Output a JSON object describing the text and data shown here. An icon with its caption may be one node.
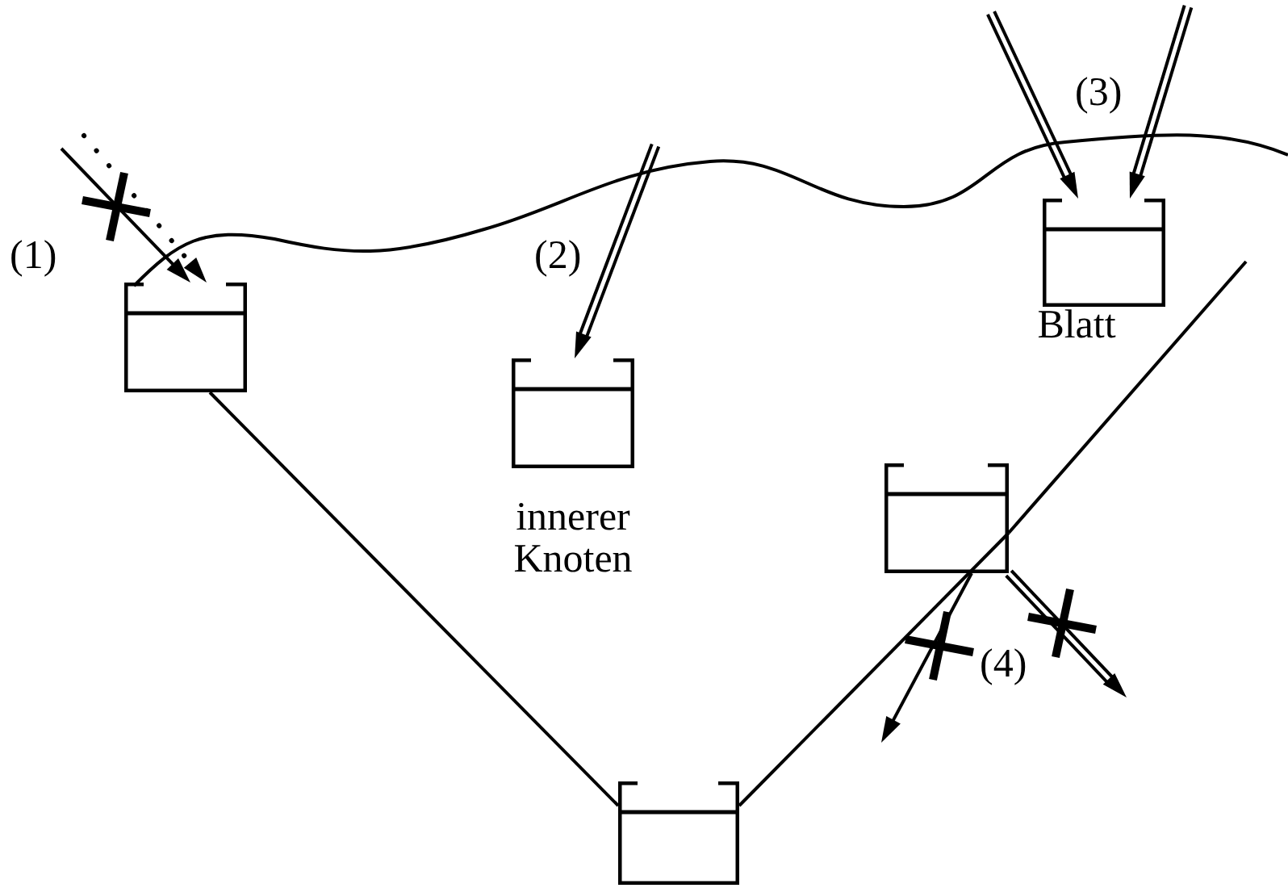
{
  "diagram": {
    "nodes": [
      {
        "text": [],
        "shape": "box"
      },
      {
        "text": [
          "innerer Knoten"
        ]
      },
      {
        "text": [
          "Blatt"
        ]
      },
      {
        "text": [],
        "shape": "box"
      },
      {
        "text": [],
        "shape": "box"
      }
    ],
    "edges": [
      {
        "from": 0,
        "to": 4,
        "arrow": "none"
      },
      {
        "from": 4,
        "to": 3,
        "arrow": "none"
      },
      {
        "from": null,
        "to": 0,
        "arrow": "to"
      },
      {
        "from": null,
        "to": 0,
        "arrow": "to",
        "style": "dashed"
      },
      {
        "from": null,
        "to": 1,
        "arrow": "to",
        "style": "thick"
      },
      {
        "from": null,
        "to": 2,
        "arrow": "to",
        "style": "thick"
      },
      {
        "from": null,
        "to": 2,
        "arrow": "to",
        "style": "thick"
      },
      {
        "from": 3,
        "to": null,
        "arrow": "to"
      },
      {
        "from": 3,
        "to": null,
        "arrow": "to",
        "style": "thick"
      }
    ],
    "labels": [
      "(1)",
      "(2)",
      "(3)",
      "(4)"
    ]
  }
}
